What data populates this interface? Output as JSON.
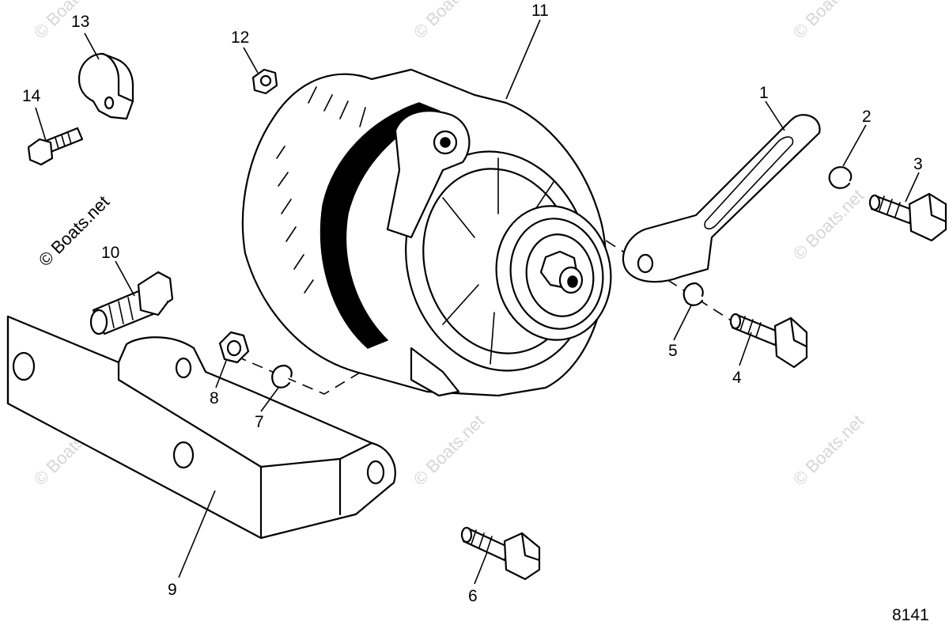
{
  "diagram": {
    "figure_number": "8141",
    "watermark_text": "© Boats.net",
    "callouts": [
      {
        "id": "1",
        "part": "adjusting-bracket"
      },
      {
        "id": "2",
        "part": "lock-washer"
      },
      {
        "id": "3",
        "part": "bolt"
      },
      {
        "id": "4",
        "part": "bolt"
      },
      {
        "id": "5",
        "part": "lock-washer"
      },
      {
        "id": "6",
        "part": "bolt"
      },
      {
        "id": "7",
        "part": "lock-washer"
      },
      {
        "id": "8",
        "part": "nut"
      },
      {
        "id": "9",
        "part": "mounting-bracket"
      },
      {
        "id": "10",
        "part": "bolt"
      },
      {
        "id": "11",
        "part": "alternator"
      },
      {
        "id": "12",
        "part": "nut"
      },
      {
        "id": "13",
        "part": "clamp"
      },
      {
        "id": "14",
        "part": "screw"
      }
    ]
  }
}
